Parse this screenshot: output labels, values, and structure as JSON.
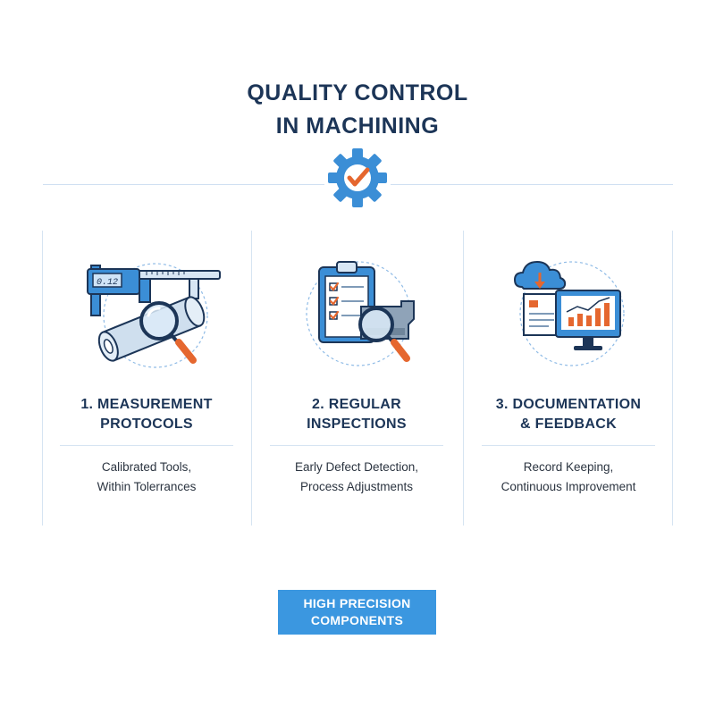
{
  "header": {
    "title_line1": "QUALITY CONTROL",
    "title_line2": "IN MACHINING",
    "icon": "gear-check-icon"
  },
  "steps": [
    {
      "heading_line1": "1. MEASUREMENT",
      "heading_line2": "PROTOCOLS",
      "desc_line1": "Calibrated Tools,",
      "desc_line2": "Within Tolerrances",
      "icon": "caliper-magnifier-icon",
      "caliper_display": "0.12"
    },
    {
      "heading_line1": "2. REGULAR",
      "heading_line2": "INSPECTIONS",
      "desc_line1": "Early Defect Detection,",
      "desc_line2": "Process Adjustments",
      "icon": "clipboard-magnifier-icon"
    },
    {
      "heading_line1": "3. DOCUMENTATION",
      "heading_line2": "& FEEDBACK",
      "desc_line1": "Record Keeping,",
      "desc_line2": "Continuous Improvement",
      "icon": "cloud-monitor-icon"
    }
  ],
  "footer": {
    "badge_line1": "HIGH PRECISION",
    "badge_line2": "COMPONENTS"
  },
  "colors": {
    "navy": "#1c3557",
    "blue": "#3b8ed6",
    "orange": "#e5672f",
    "badge": "#3b97e0"
  }
}
